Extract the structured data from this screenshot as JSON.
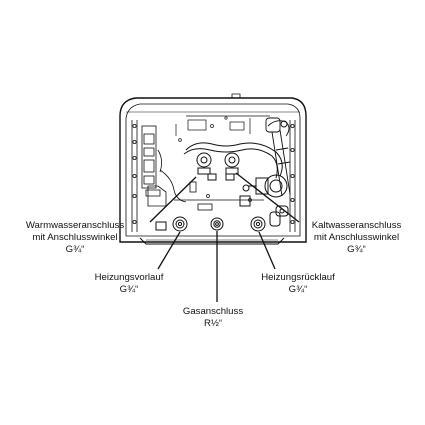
{
  "labels": {
    "warm": {
      "line1": "Warmwasseranschluss",
      "line2": "mit Anschlusswinkel",
      "line3": "G¾“"
    },
    "kalt": {
      "line1": "Kaltwasseranschluss",
      "line2": "mit Anschlusswinkel",
      "line3": "G¾“"
    },
    "heiz_vorlauf": {
      "line1": "Heizungsvorlauf",
      "line2": "G¾“"
    },
    "heiz_ruecklauf": {
      "line1": "Heizungsrücklauf",
      "line2": "G¾“"
    },
    "gas": {
      "line1": "Gasanschluss",
      "line2": "R½“"
    }
  },
  "colors": {
    "line": "#111111",
    "background": "#ffffff"
  }
}
